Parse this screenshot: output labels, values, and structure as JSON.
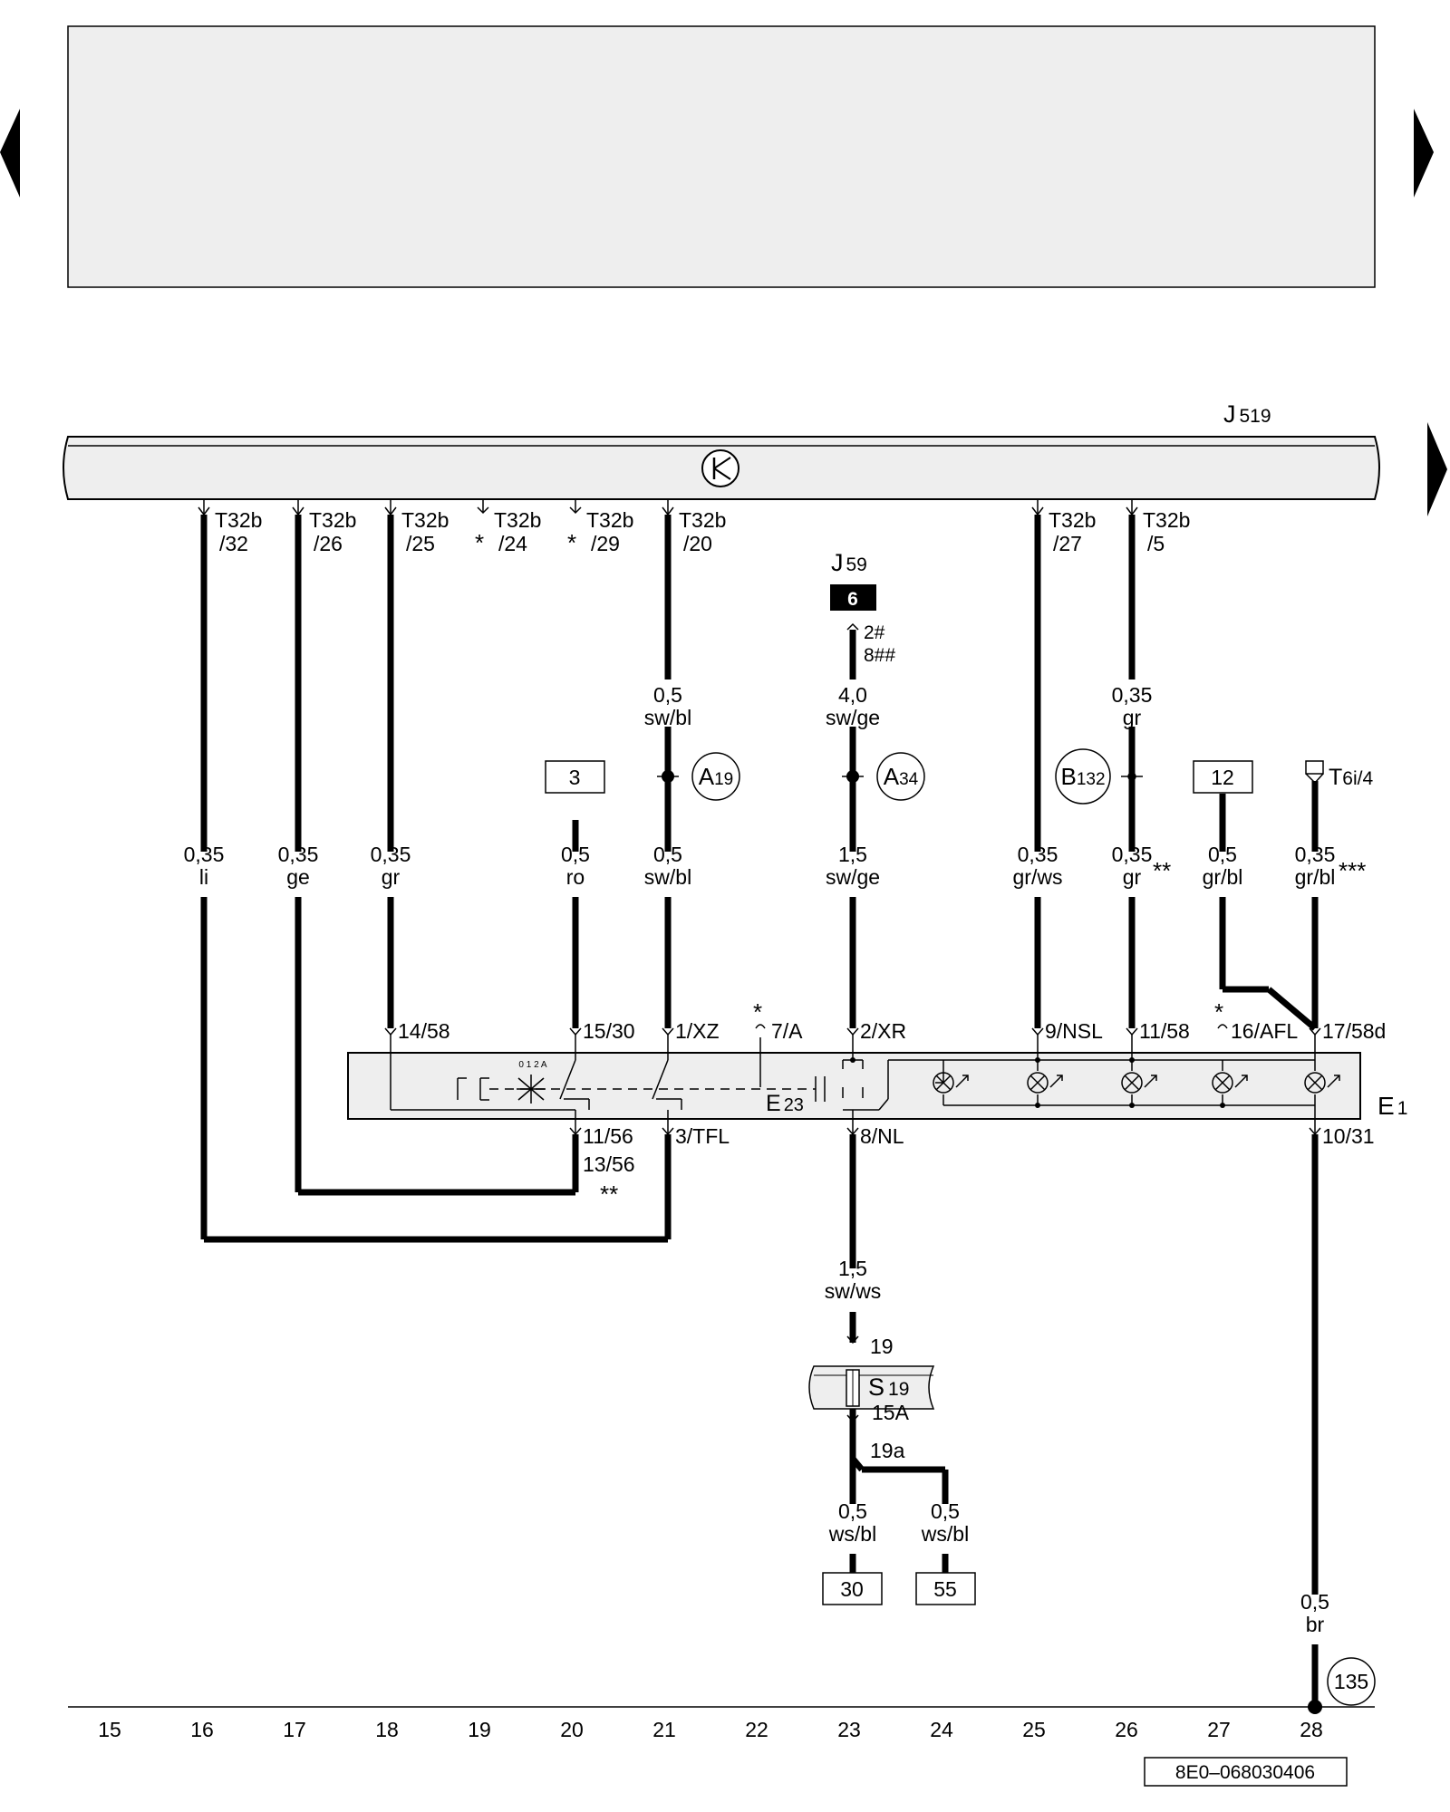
{
  "header_box": {},
  "modules": {
    "bus_module": {
      "letter": "J",
      "number": "519"
    },
    "relay": {
      "letter": "J",
      "number": "59",
      "terminal": "6",
      "pins": [
        "2#",
        "8##"
      ]
    },
    "light_switch": {
      "letter": "E",
      "number": "1"
    },
    "switch_part": {
      "letter": "E",
      "number": "23"
    },
    "fuse": {
      "letter": "S",
      "number": "19",
      "rating": "15A",
      "pin_in": "19",
      "pin_out": "19a"
    }
  },
  "switch_positions": "0 1 2 A",
  "connectors": [
    {
      "line1": "T32b",
      "line2": "/32",
      "star": ""
    },
    {
      "line1": "T32b",
      "line2": "/26",
      "star": ""
    },
    {
      "line1": "T32b",
      "line2": "/25",
      "star": ""
    },
    {
      "line1": "T32b",
      "line2": "/24",
      "star": "*"
    },
    {
      "line1": "T32b",
      "line2": "/29",
      "star": "*"
    },
    {
      "line1": "T32b",
      "line2": "/20",
      "star": ""
    },
    {
      "line1": "T32b",
      "line2": "/27",
      "star": ""
    },
    {
      "line1": "T32b",
      "line2": "/5",
      "star": ""
    }
  ],
  "wires": [
    {
      "size": "0,35",
      "color": "li"
    },
    {
      "size": "0,35",
      "color": "ge"
    },
    {
      "size": "0,35",
      "color": "gr"
    },
    {
      "size": "0,5",
      "color": "ro"
    },
    {
      "size": "0,5",
      "color": "sw/bl"
    },
    {
      "size": "0,5",
      "color": "sw/bl"
    },
    {
      "size": "4,0",
      "color": "sw/ge"
    },
    {
      "size": "1,5",
      "color": "sw/ge"
    },
    {
      "size": "0,35",
      "color": "gr/ws"
    },
    {
      "size": "0,35",
      "color": "gr"
    },
    {
      "size": "0,35",
      "color": "gr"
    },
    {
      "size": "0,5",
      "color": "gr/bl"
    },
    {
      "size": "0,35",
      "color": "gr/bl"
    },
    {
      "size": "1,5",
      "color": "sw/ws"
    },
    {
      "size": "0,5",
      "color": "ws/bl"
    },
    {
      "size": "0,5",
      "color": "ws/bl"
    },
    {
      "size": "0,5",
      "color": "br"
    }
  ],
  "wire_stars": {
    "gr_26": "**",
    "grbl_28": "***"
  },
  "splices": [
    {
      "letter": "A",
      "number": "19"
    },
    {
      "letter": "A",
      "number": "34"
    },
    {
      "letter": "B",
      "number": "132"
    }
  ],
  "ground": {
    "number": "135"
  },
  "connector_t6": {
    "main": "T",
    "sub": "6i/4"
  },
  "box_refs": [
    "3",
    "12",
    "30",
    "55"
  ],
  "pins_top": [
    "14/58",
    "15/30",
    "1/XZ",
    "7/A",
    "2/XR",
    "9/NSL",
    "11/58",
    "16/AFL",
    "17/58d"
  ],
  "pin_stars": {
    "p7": "*",
    "p16": "*"
  },
  "pins_bottom": [
    "11/56",
    "13/56",
    "**",
    "3/TFL",
    "8/NL",
    "10/31"
  ],
  "column_numbers": [
    "15",
    "16",
    "17",
    "18",
    "19",
    "20",
    "21",
    "22",
    "23",
    "24",
    "25",
    "26",
    "27",
    "28"
  ],
  "diagram_code": "8E0–068030406"
}
